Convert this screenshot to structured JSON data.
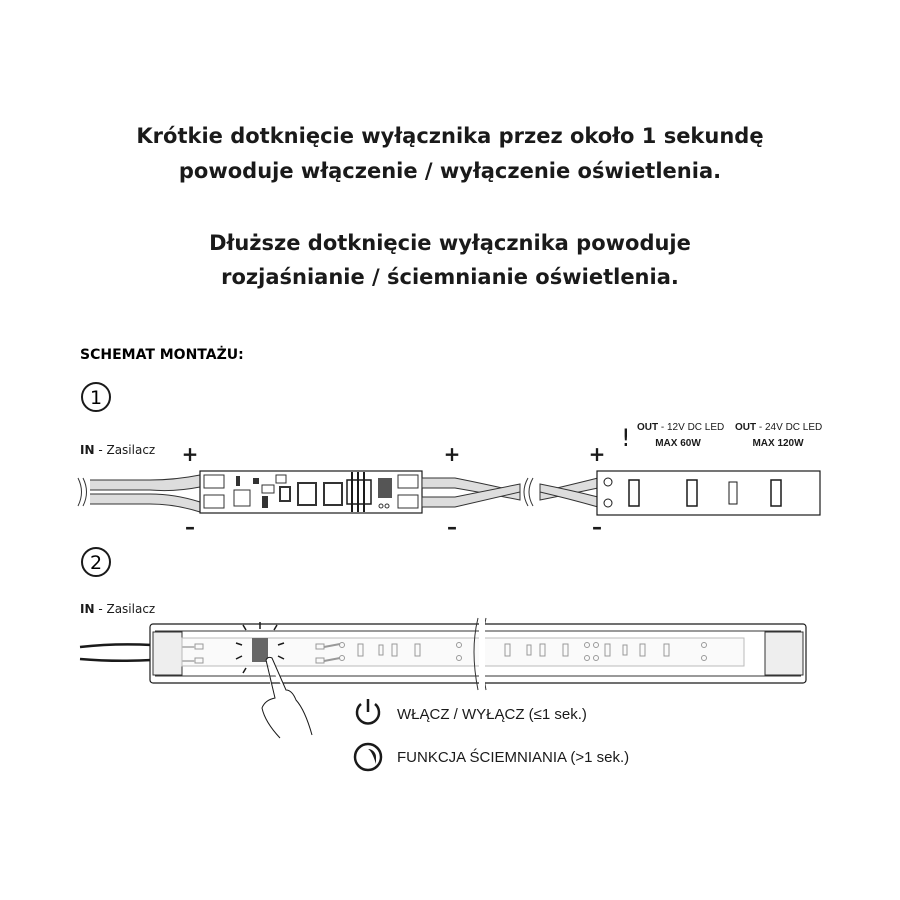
{
  "heading": {
    "line1": "Krótkie dotknięcie wyłącznika przez około 1 sekundę",
    "line2": "powoduje włączenie / wyłączenie oświetlenia.",
    "line3": "Dłuższe dotknięcie wyłącznika powoduje",
    "line4": "rozjaśnianie / ściemnianie oświetlenia."
  },
  "schema_title": "SCHEMAT MONTAŻU:",
  "step1": {
    "number": "1",
    "in_bold": "IN",
    "in_rest": " - Zasilacz",
    "plus": "+",
    "minus": "–",
    "warning": "!",
    "out12_bold": "OUT",
    "out12_rest": " - 12V DC LED",
    "max12": "MAX 60W",
    "out24_bold": "OUT",
    "out24_rest": " - 24V DC LED",
    "max24": "MAX 120W"
  },
  "step2": {
    "number": "2",
    "in_bold": "IN",
    "in_rest": " - Zasilacz"
  },
  "legend": {
    "power": "WŁĄCZ / WYŁĄCZ (≤1 sek.)",
    "dimming": "FUNKCJA ŚCIEMNIANIA (>1 sek.)"
  }
}
